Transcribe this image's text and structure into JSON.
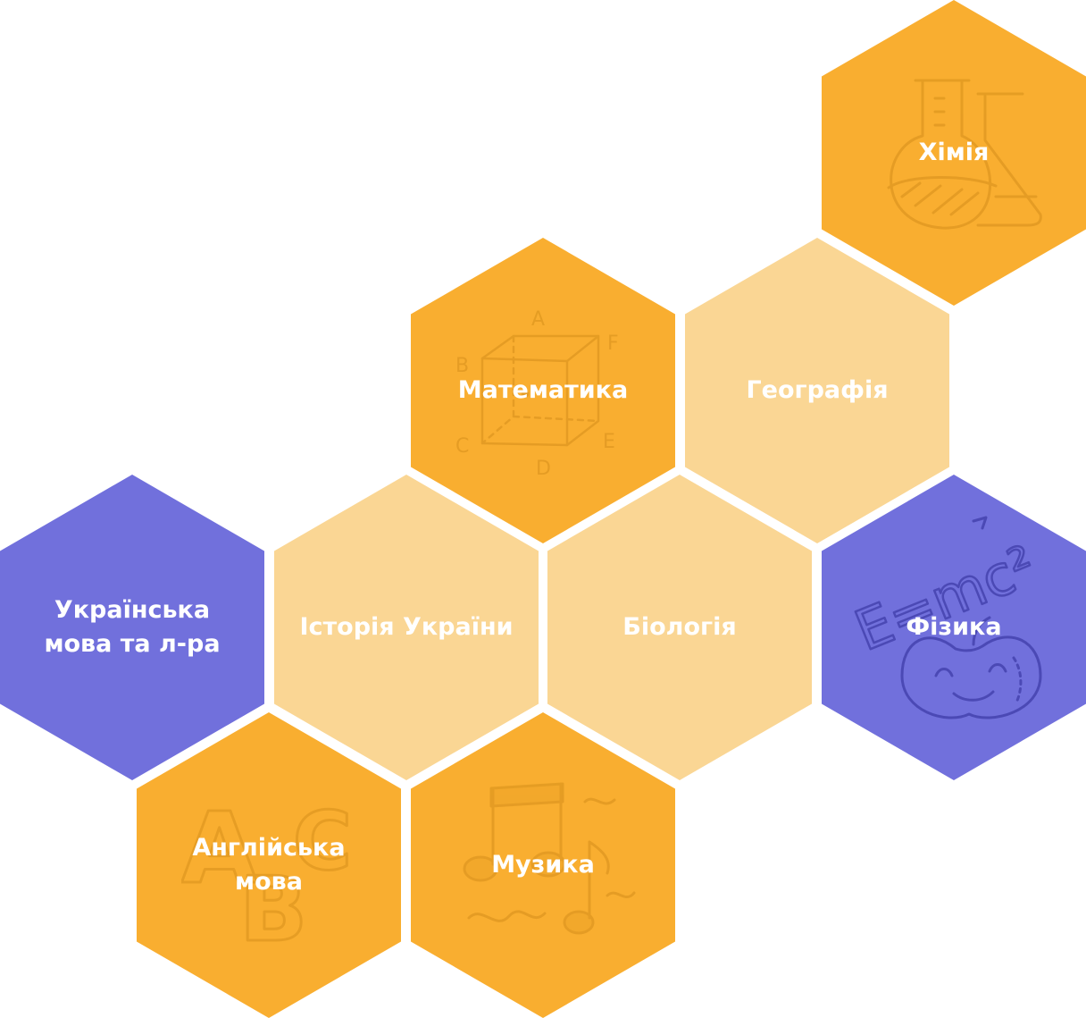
{
  "subjects": {
    "chemistry": {
      "label": "Хімія",
      "icon": "flask-doodle-icon"
    },
    "math": {
      "label": "Математика",
      "icon": "cube-doodle-icon"
    },
    "geography": {
      "label": "Географія"
    },
    "ukrainian": {
      "label": "Українська\nмова та л-ра"
    },
    "history": {
      "label": "Історія України"
    },
    "biology": {
      "label": "Біологія"
    },
    "physics": {
      "label": "Фізика",
      "icon": "emc2-apple-doodle-icon",
      "formula": "E=mc²"
    },
    "english": {
      "label": "Англійська\nмова",
      "icon": "abc-doodle-icon"
    },
    "music": {
      "label": "Музика",
      "icon": "music-notes-doodle-icon"
    }
  },
  "colors": {
    "orange": "#f9ae30",
    "light_orange": "#fad694",
    "purple": "#7170dc",
    "label": "#ffffff"
  },
  "doodle_letters": {
    "cube": [
      "A",
      "B",
      "C",
      "D",
      "E",
      "F"
    ],
    "english": [
      "A",
      "B",
      "C"
    ]
  }
}
